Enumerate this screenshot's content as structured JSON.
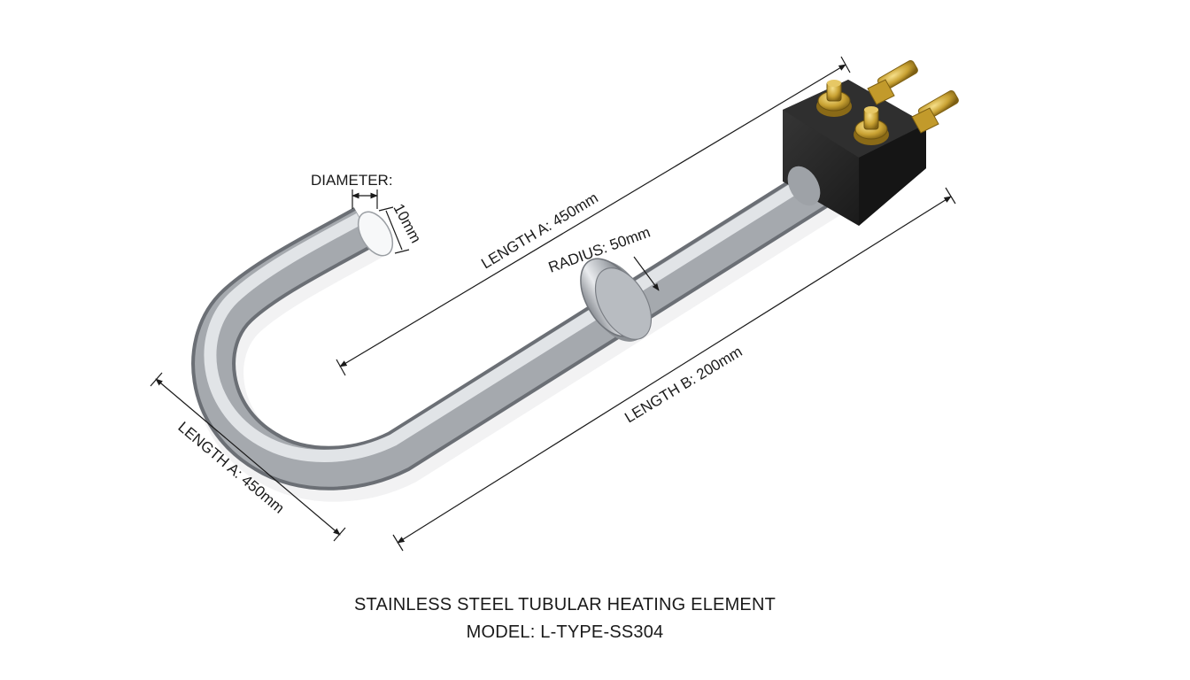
{
  "labels": {
    "diameter": "DIAMETER:",
    "diameter_value": "10mm",
    "length_a_top": "LENGTH A: 450mm",
    "radius": "RADIUS: 50mm",
    "length_b": "LENGTH B: 200mm",
    "length_a_left": "LENGTH A: 450mm"
  },
  "caption": {
    "title": "STAINLESS STEEL TUBULAR HEATING ELEMENT",
    "model": "MODEL: L-TYPE-SS304"
  },
  "colors": {
    "steel_light": "#e2e4e7",
    "steel_dark": "#6e7278",
    "terminal_block": "#1c1c1c",
    "brass": "#c9a233",
    "dimension_line": "#1a1a1a"
  }
}
